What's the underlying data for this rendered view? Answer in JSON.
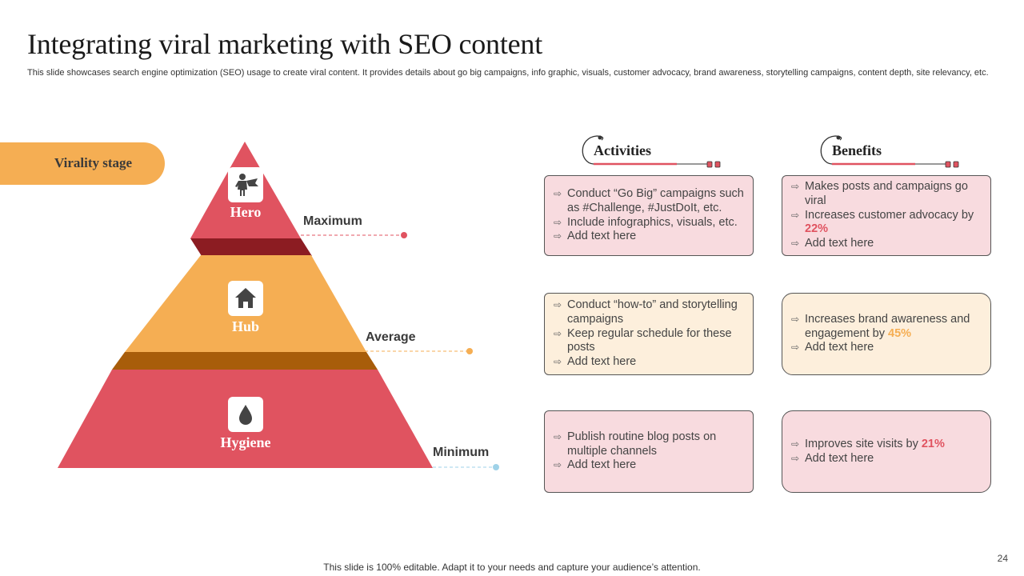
{
  "slide": {
    "title": "Integrating viral marketing with SEO content",
    "subtitle": "This slide showcases search engine optimization (SEO) usage to create viral content. It provides details about go big campaigns, info graphic, visuals, customer advocacy, brand awareness, storytelling campaigns, content depth, site relevancy, etc.",
    "footer": "This slide is 100% editable. Adapt it to your needs and capture your audience’s attention.",
    "page_number": "24"
  },
  "stage_label": "Virality stage",
  "pyramid": {
    "levels": [
      {
        "name": "Hero",
        "label": "Maximum",
        "icon": "superhero-icon",
        "color": "#e05360"
      },
      {
        "name": "Hub",
        "label": "Average",
        "icon": "house-icon",
        "color": "#f5ae53"
      },
      {
        "name": "Hygiene",
        "label": "Minimum",
        "icon": "water-drop-icon",
        "color": "#e05360"
      }
    ],
    "connector_dot_colors": [
      "#e05360",
      "#f5ae53",
      "#9fd2e8"
    ]
  },
  "columns": {
    "activities": "Activities",
    "benefits": "Benefits"
  },
  "rows": [
    {
      "activities": [
        "Conduct “Go Big” campaigns such as #Challenge, #JustDoIt, etc.",
        "Include infographics, visuals, etc.",
        "Add text here"
      ],
      "benefits": {
        "b1": "Makes posts and campaigns go viral",
        "b2_prefix": "Increases customer advocacy by ",
        "b2_value": "22%",
        "b3": "Add text here"
      }
    },
    {
      "activities": [
        "Conduct “how-to” and storytelling campaigns",
        "Keep regular schedule for these posts",
        "Add text here"
      ],
      "benefits": {
        "b1_prefix": "Increases brand awareness and engagement by ",
        "b1_value": "45%",
        "b2": "Add text here"
      }
    },
    {
      "activities": [
        "Publish routine blog posts on multiple channels",
        "Add text here"
      ],
      "benefits": {
        "b1_prefix": "Improves site visits by ",
        "b1_value": "21%",
        "b2": "Add text here"
      }
    }
  ],
  "colors": {
    "accent_red": "#e05360",
    "accent_orange": "#f5ae53",
    "box_pink": "#f8dbdf",
    "box_peach": "#fdefdc"
  }
}
